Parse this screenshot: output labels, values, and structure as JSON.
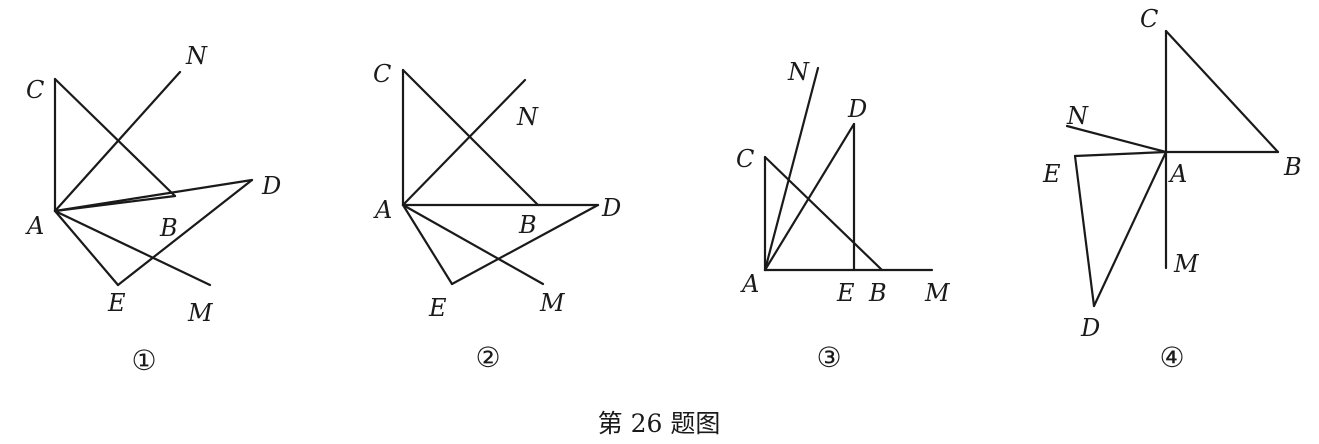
{
  "figures": [
    {
      "number": "①",
      "labels": {
        "A": "A",
        "B": "B",
        "C": "C",
        "D": "D",
        "E": "E",
        "M": "M",
        "N": "N"
      }
    },
    {
      "number": "②",
      "labels": {
        "A": "A",
        "B": "B",
        "C": "C",
        "D": "D",
        "E": "E",
        "M": "M",
        "N": "N"
      }
    },
    {
      "number": "③",
      "labels": {
        "A": "A",
        "B": "B",
        "C": "C",
        "D": "D",
        "E": "E",
        "M": "M",
        "N": "N"
      }
    },
    {
      "number": "④",
      "labels": {
        "A": "A",
        "B": "B",
        "C": "C",
        "D": "D",
        "E": "E",
        "M": "M",
        "N": "N"
      }
    }
  ],
  "caption": "第 26 题图"
}
